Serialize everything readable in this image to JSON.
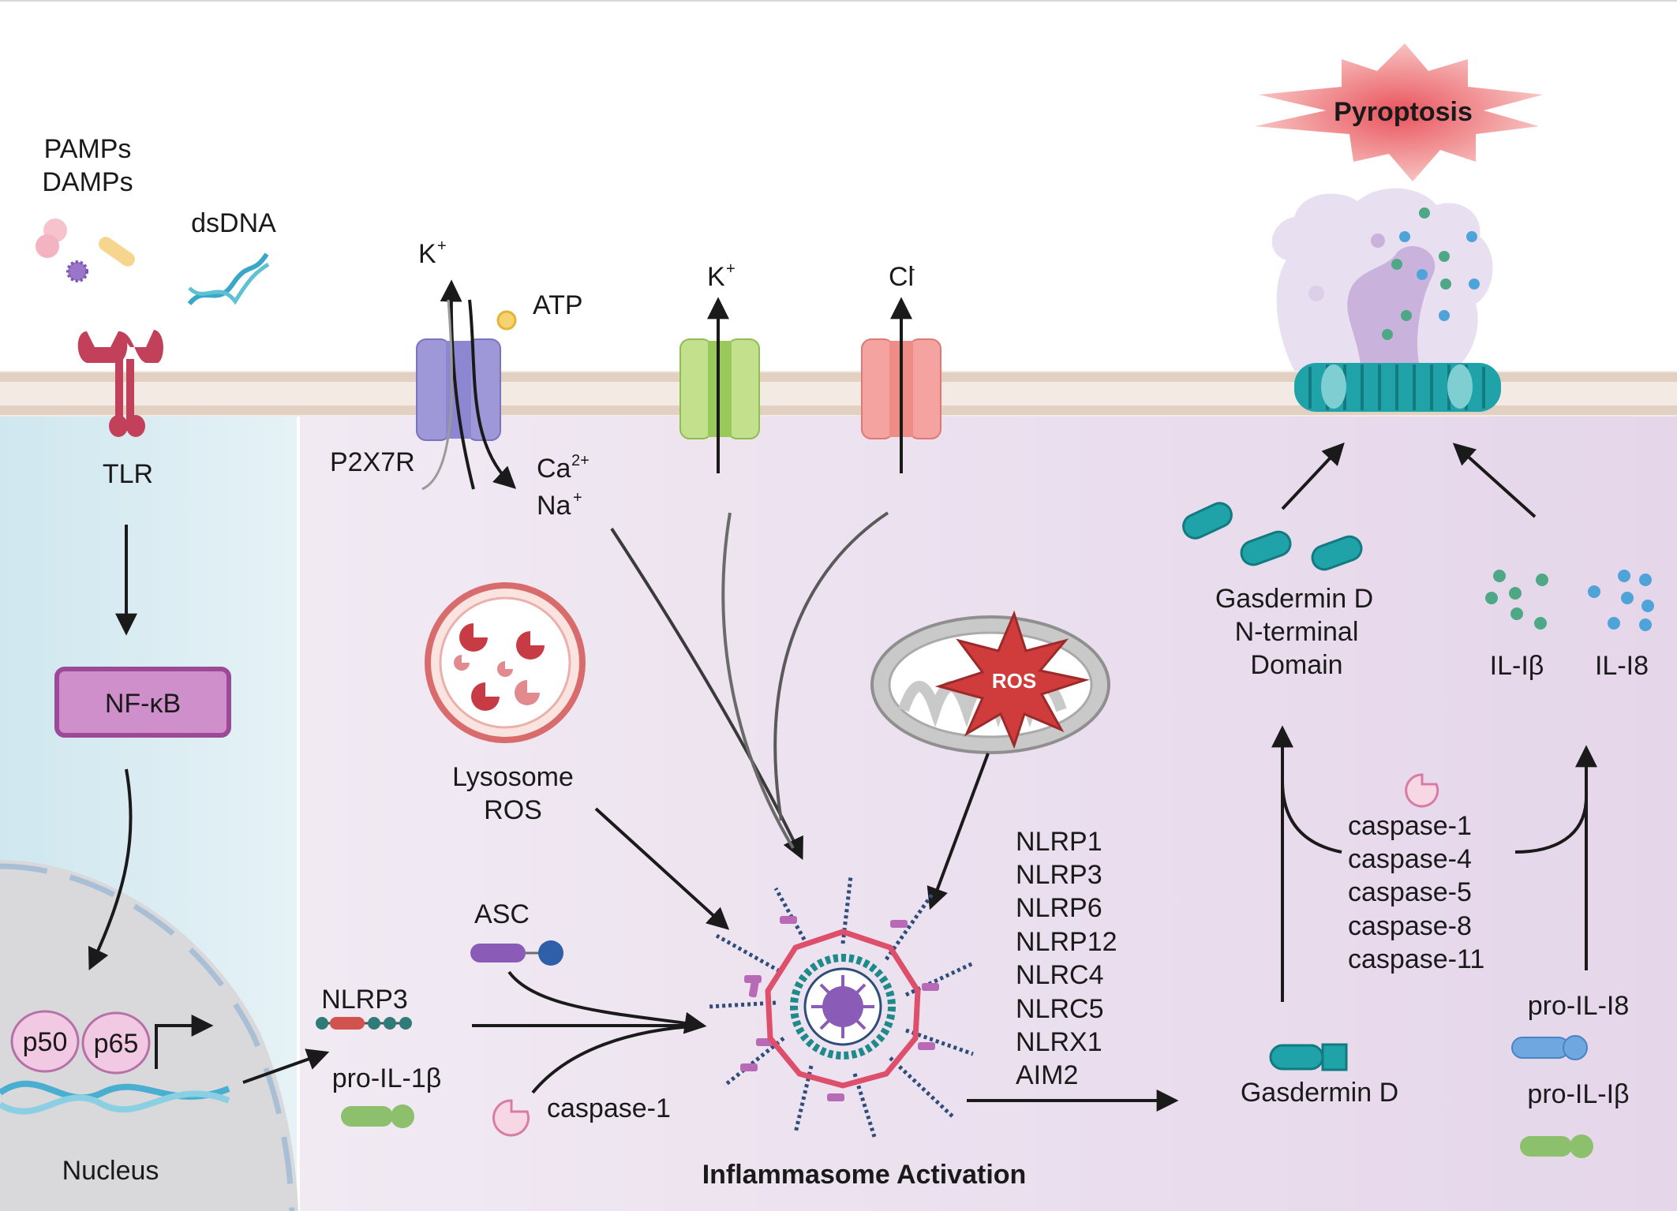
{
  "labels": {
    "pamps": "PAMPs",
    "damps": "DAMPs",
    "dsdna": "dsDNA",
    "tlr": "TLR",
    "nfkb": "NF-κB",
    "p50": "p50",
    "p65": "p65",
    "nucleus": "Nucleus",
    "k_plus_1": "K",
    "k_plus_2": "K",
    "plus": "+",
    "atp": "ATP",
    "p2x7r": "P2X7R",
    "ca": "Ca",
    "ca_sup": "2+",
    "na": "Na",
    "cl": "Cl",
    "cl_sup": "-",
    "lysosome_1": "Lysosome",
    "lysosome_2": "ROS",
    "ros_mito": "ROS",
    "asc": "ASC",
    "caspase1_left": "caspase-1",
    "nlrp3_left": "NLRP3",
    "pro_il1b_left": "pro-IL-1β",
    "inflammasome_title": "Inflammasome Activation",
    "sensors": [
      "NLRP1",
      "NLRP3",
      "NLRP6",
      "NLRP12",
      "NLRC4",
      "NLRC5",
      "NLRX1",
      "AIM2"
    ],
    "pyroptosis": "Pyroptosis",
    "gsdmd_nterm": [
      "Gasdermin D",
      "N-terminal",
      "Domain"
    ],
    "il1b": "IL-Iβ",
    "il18": "IL-I8",
    "caspases": [
      "caspase-1",
      "caspase-4",
      "caspase-5",
      "caspase-8",
      "caspase-11"
    ],
    "gasdermin_d": "Gasdermin D",
    "pro_il18": "pro-IL-I8",
    "pro_il1b_right": "pro-IL-Iβ"
  },
  "colors": {
    "membrane": "#e8d9cc",
    "tlr": "#c2405a",
    "nfkb_fill": "#cf8fca",
    "nfkb_border": "#9c4a97",
    "p2x7r": "#9e98d8",
    "k_channel": "#a8d46a",
    "cl_channel": "#ee8c88",
    "gasdermin": "#20a6ad",
    "ros_star": "#d03c3c",
    "pyro_burst": "#f08c8c"
  }
}
